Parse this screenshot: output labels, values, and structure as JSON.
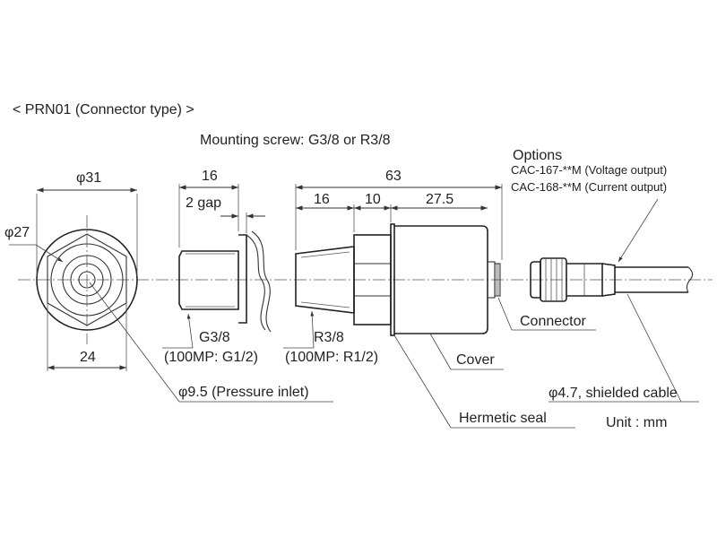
{
  "title": "< PRN01 (Connector type) >",
  "mounting_screw": "Mounting screw: G3/8 or R3/8",
  "options": {
    "heading": "Options",
    "voltage": "CAC-167-**M (Voltage output)",
    "current": "CAC-168-**M (Current output)"
  },
  "end_view": {
    "outer_dia": "φ31",
    "hex_dia": "φ27",
    "across_flats": "24",
    "inlet": "φ9.5 (Pressure inlet)"
  },
  "g_fitting": {
    "length": "16",
    "gap": "2 gap",
    "thread": "G3/8",
    "thread_alt": "(100MP: G1/2)"
  },
  "sensor": {
    "total": "63",
    "seg1": "16",
    "seg2": "10",
    "seg3": "27.5",
    "thread": "R3/8",
    "thread_alt": "(100MP: R1/2)"
  },
  "callouts": {
    "connector": "Connector",
    "cover": "Cover",
    "seal": "Hermetic seal",
    "cable": "φ4.7, shielded cable"
  },
  "unit": "Unit : mm"
}
